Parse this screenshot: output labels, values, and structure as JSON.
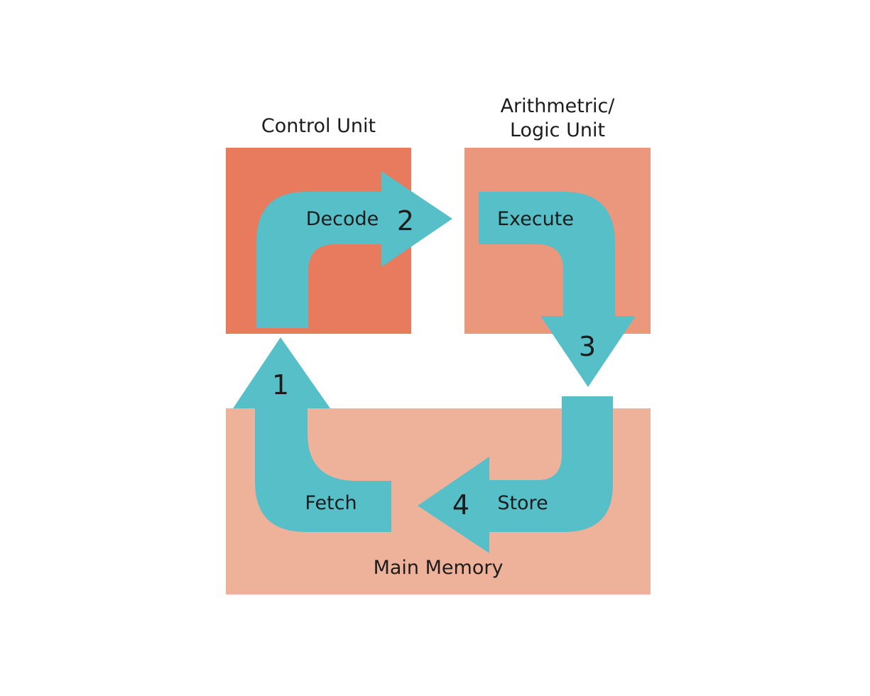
{
  "blocks": {
    "control_unit": {
      "title": "Control Unit",
      "color": "#e87b5e"
    },
    "alu": {
      "title_line1": "Arithmetric/",
      "title_line2": "Logic Unit",
      "color": "#eb977e"
    },
    "main_memory": {
      "title": "Main Memory",
      "color": "#eeb29b"
    }
  },
  "arrows": {
    "color": "#57bfc7"
  },
  "steps": [
    {
      "number": "1",
      "label": "Fetch"
    },
    {
      "number": "2",
      "label": "Decode"
    },
    {
      "number": "3",
      "label": "Execute"
    },
    {
      "number": "4",
      "label": "Store"
    }
  ]
}
